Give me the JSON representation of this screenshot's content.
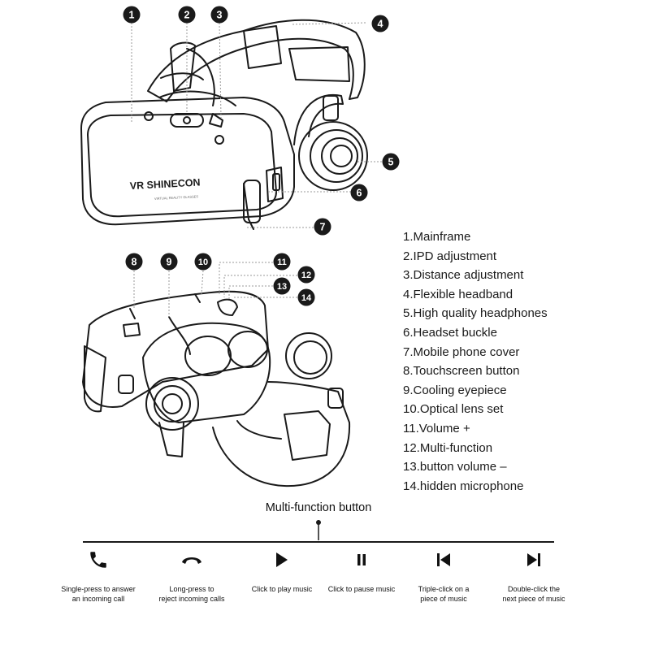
{
  "callouts": [
    "1",
    "2",
    "3",
    "4",
    "5",
    "6",
    "7",
    "8",
    "9",
    "10",
    "11",
    "12",
    "13",
    "14"
  ],
  "brand": {
    "logo_text": "VR SHINECON",
    "subtext": "VIRTUAL REALITY GLASSES"
  },
  "legend": [
    "1.Mainframe",
    "2.IPD adjustment",
    "3.Distance adjustment",
    "4.Flexible headband",
    "5.High quality headphones",
    "6.Headset buckle",
    "7.Mobile phone cover",
    "8.Touchscreen button",
    "9.Cooling eyepiece",
    "10.Optical lens set",
    "11.Volume +",
    "12.Multi-function",
    "13.button volume –",
    "14.hidden microphone"
  ],
  "multifunction": {
    "title": "Multi-function button",
    "actions": [
      {
        "icon": "phone-answer-icon",
        "line1": "Single-press to answer",
        "line2": "an incoming call"
      },
      {
        "icon": "phone-hangup-icon",
        "line1": "Long-press to",
        "line2": "reject incoming calls"
      },
      {
        "icon": "play-icon",
        "line1": "Click to play music",
        "line2": ""
      },
      {
        "icon": "pause-icon",
        "line1": "Click to pause music",
        "line2": ""
      },
      {
        "icon": "previous-track-icon",
        "line1": "Triple-click on a",
        "line2": "piece of music"
      },
      {
        "icon": "next-track-icon",
        "line1": "Double-click the",
        "line2": "next piece of music"
      }
    ]
  },
  "colors": {
    "ink": "#1a1a1a",
    "callout_fill": "#1a1a1a",
    "callout_text": "#ffffff",
    "leader": "#999999",
    "background": "#ffffff"
  }
}
